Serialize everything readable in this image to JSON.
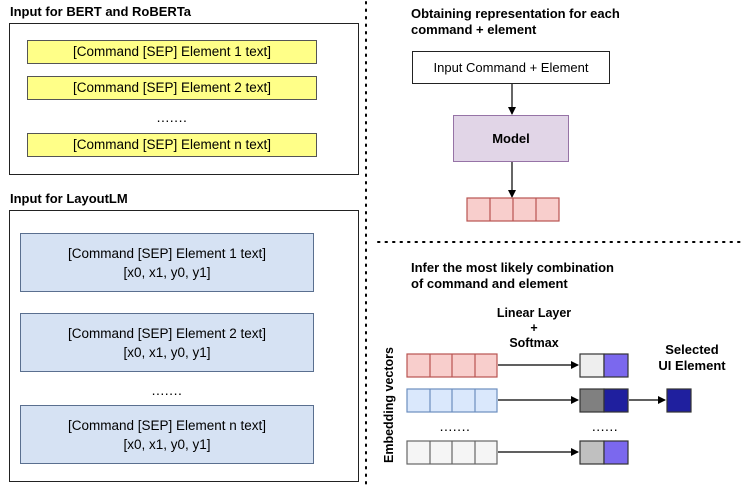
{
  "left": {
    "bert_title": "Input for BERT and RoBERTa",
    "bert_items": [
      "[Command [SEP] Element 1 text]",
      "[Command [SEP] Element 2 text]",
      "[Command [SEP] Element n text]"
    ],
    "bert_ellipsis": ".......",
    "layout_title": "Input for LayoutLM",
    "layout_items": [
      {
        "line1": "[Command [SEP] Element 1 text]",
        "line2": "[x0, x1, y0, y1]"
      },
      {
        "line1": "[Command [SEP] Element 2 text]",
        "line2": "[x0, x1, y0, y1]"
      },
      {
        "line1": "[Command [SEP] Element n text]",
        "line2": "[x0, x1, y0, y1]"
      }
    ],
    "layout_ellipsis": "......."
  },
  "top_right": {
    "title_line1": "Obtaining representation for each",
    "title_line2": "command + element",
    "input_label": "Input Command + Element",
    "model_label": "Model"
  },
  "bottom_right": {
    "title_line1": "Infer the most likely combination",
    "title_line2": "of command and element",
    "linear_line1": "Linear Layer",
    "linear_line2": "+",
    "linear_line3": "Softmax",
    "selected_line1": "Selected",
    "selected_line2": "UI Element",
    "embedding_label": "Embedding vectors",
    "ellipsis_left": ".......",
    "ellipsis_right": "......"
  },
  "colors": {
    "yellow_fill": "#ffff88",
    "blue_fill": "#d6e2f3",
    "model_fill": "#e1d5e7",
    "red_cells": "#f8cecc",
    "blue_cells": "#dae8fc",
    "grey_cells": "#f5f5f5",
    "out_purple": "#7b68ee",
    "out_navy": "#1f1f9e"
  }
}
